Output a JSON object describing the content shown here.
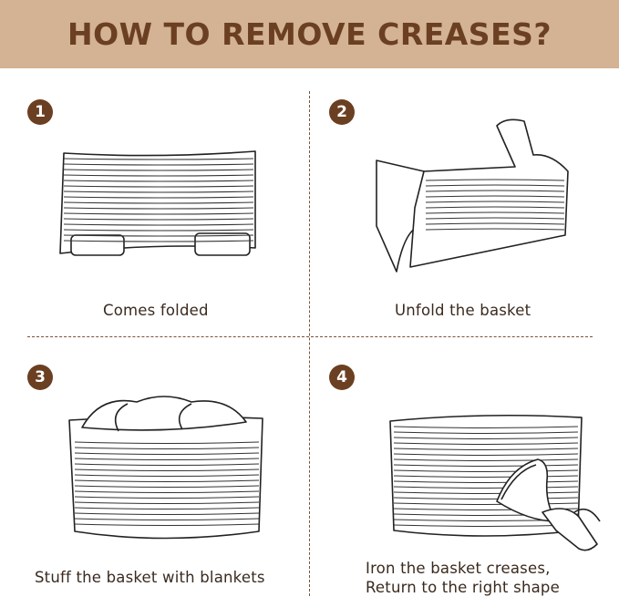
{
  "header": {
    "title": "HOW TO REMOVE CREASES?"
  },
  "steps": [
    {
      "number": "1",
      "caption": "Comes folded"
    },
    {
      "number": "2",
      "caption": "Unfold the basket"
    },
    {
      "number": "3",
      "caption": "Stuff the basket with blankets"
    },
    {
      "number": "4",
      "caption_line1": "Iron the basket creases,",
      "caption_line2": "Return to the right shape"
    }
  ],
  "colors": {
    "header_bg": "#d3b394",
    "accent": "#6b3f21",
    "text": "#3a2a1e"
  },
  "icons": [
    "folded-basket-icon",
    "unfolding-basket-icon",
    "stuffed-basket-icon",
    "steam-iron-icon"
  ]
}
